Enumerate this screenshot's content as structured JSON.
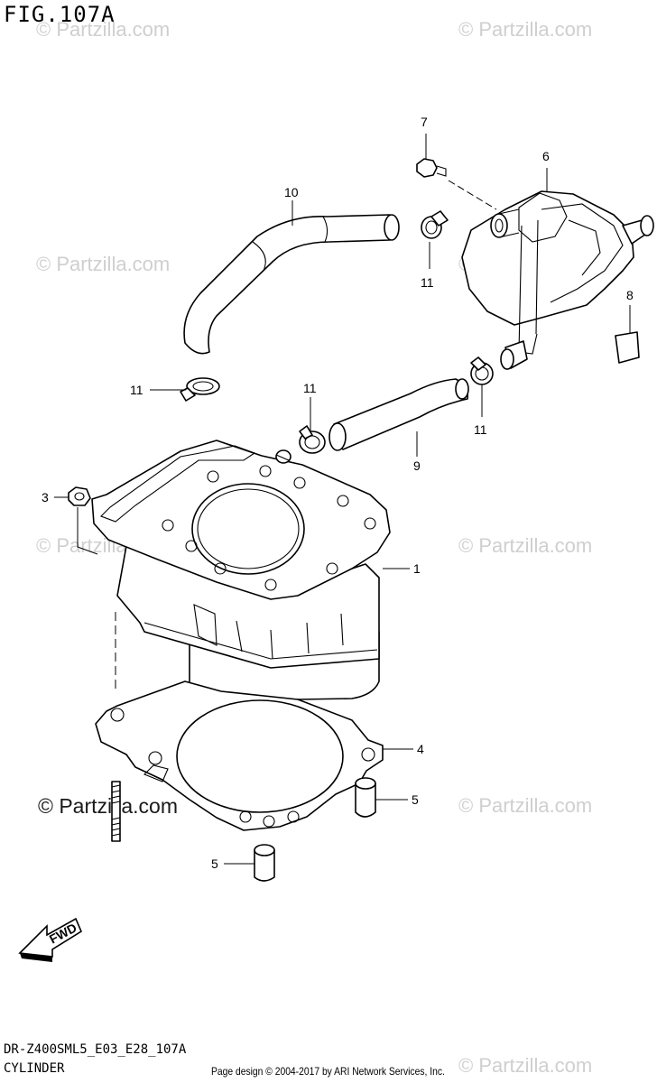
{
  "figure_title": "FIG.107A",
  "model_code": "DR-Z400SML5_E03_E28_107A",
  "section_name": "CYLINDER",
  "credit": "Page design © 2004-2017 by ARI Network Services, Inc.",
  "watermark": "© Partzilla.com",
  "fwd_label": "FWD",
  "callouts": {
    "c1": "1",
    "c3": "3",
    "c4": "4",
    "c5a": "5",
    "c5b": "5",
    "c6": "6",
    "c7": "7",
    "c8": "8",
    "c9": "9",
    "c10": "10",
    "c11a": "11",
    "c11b": "11",
    "c11c": "11",
    "c11d": "11"
  }
}
